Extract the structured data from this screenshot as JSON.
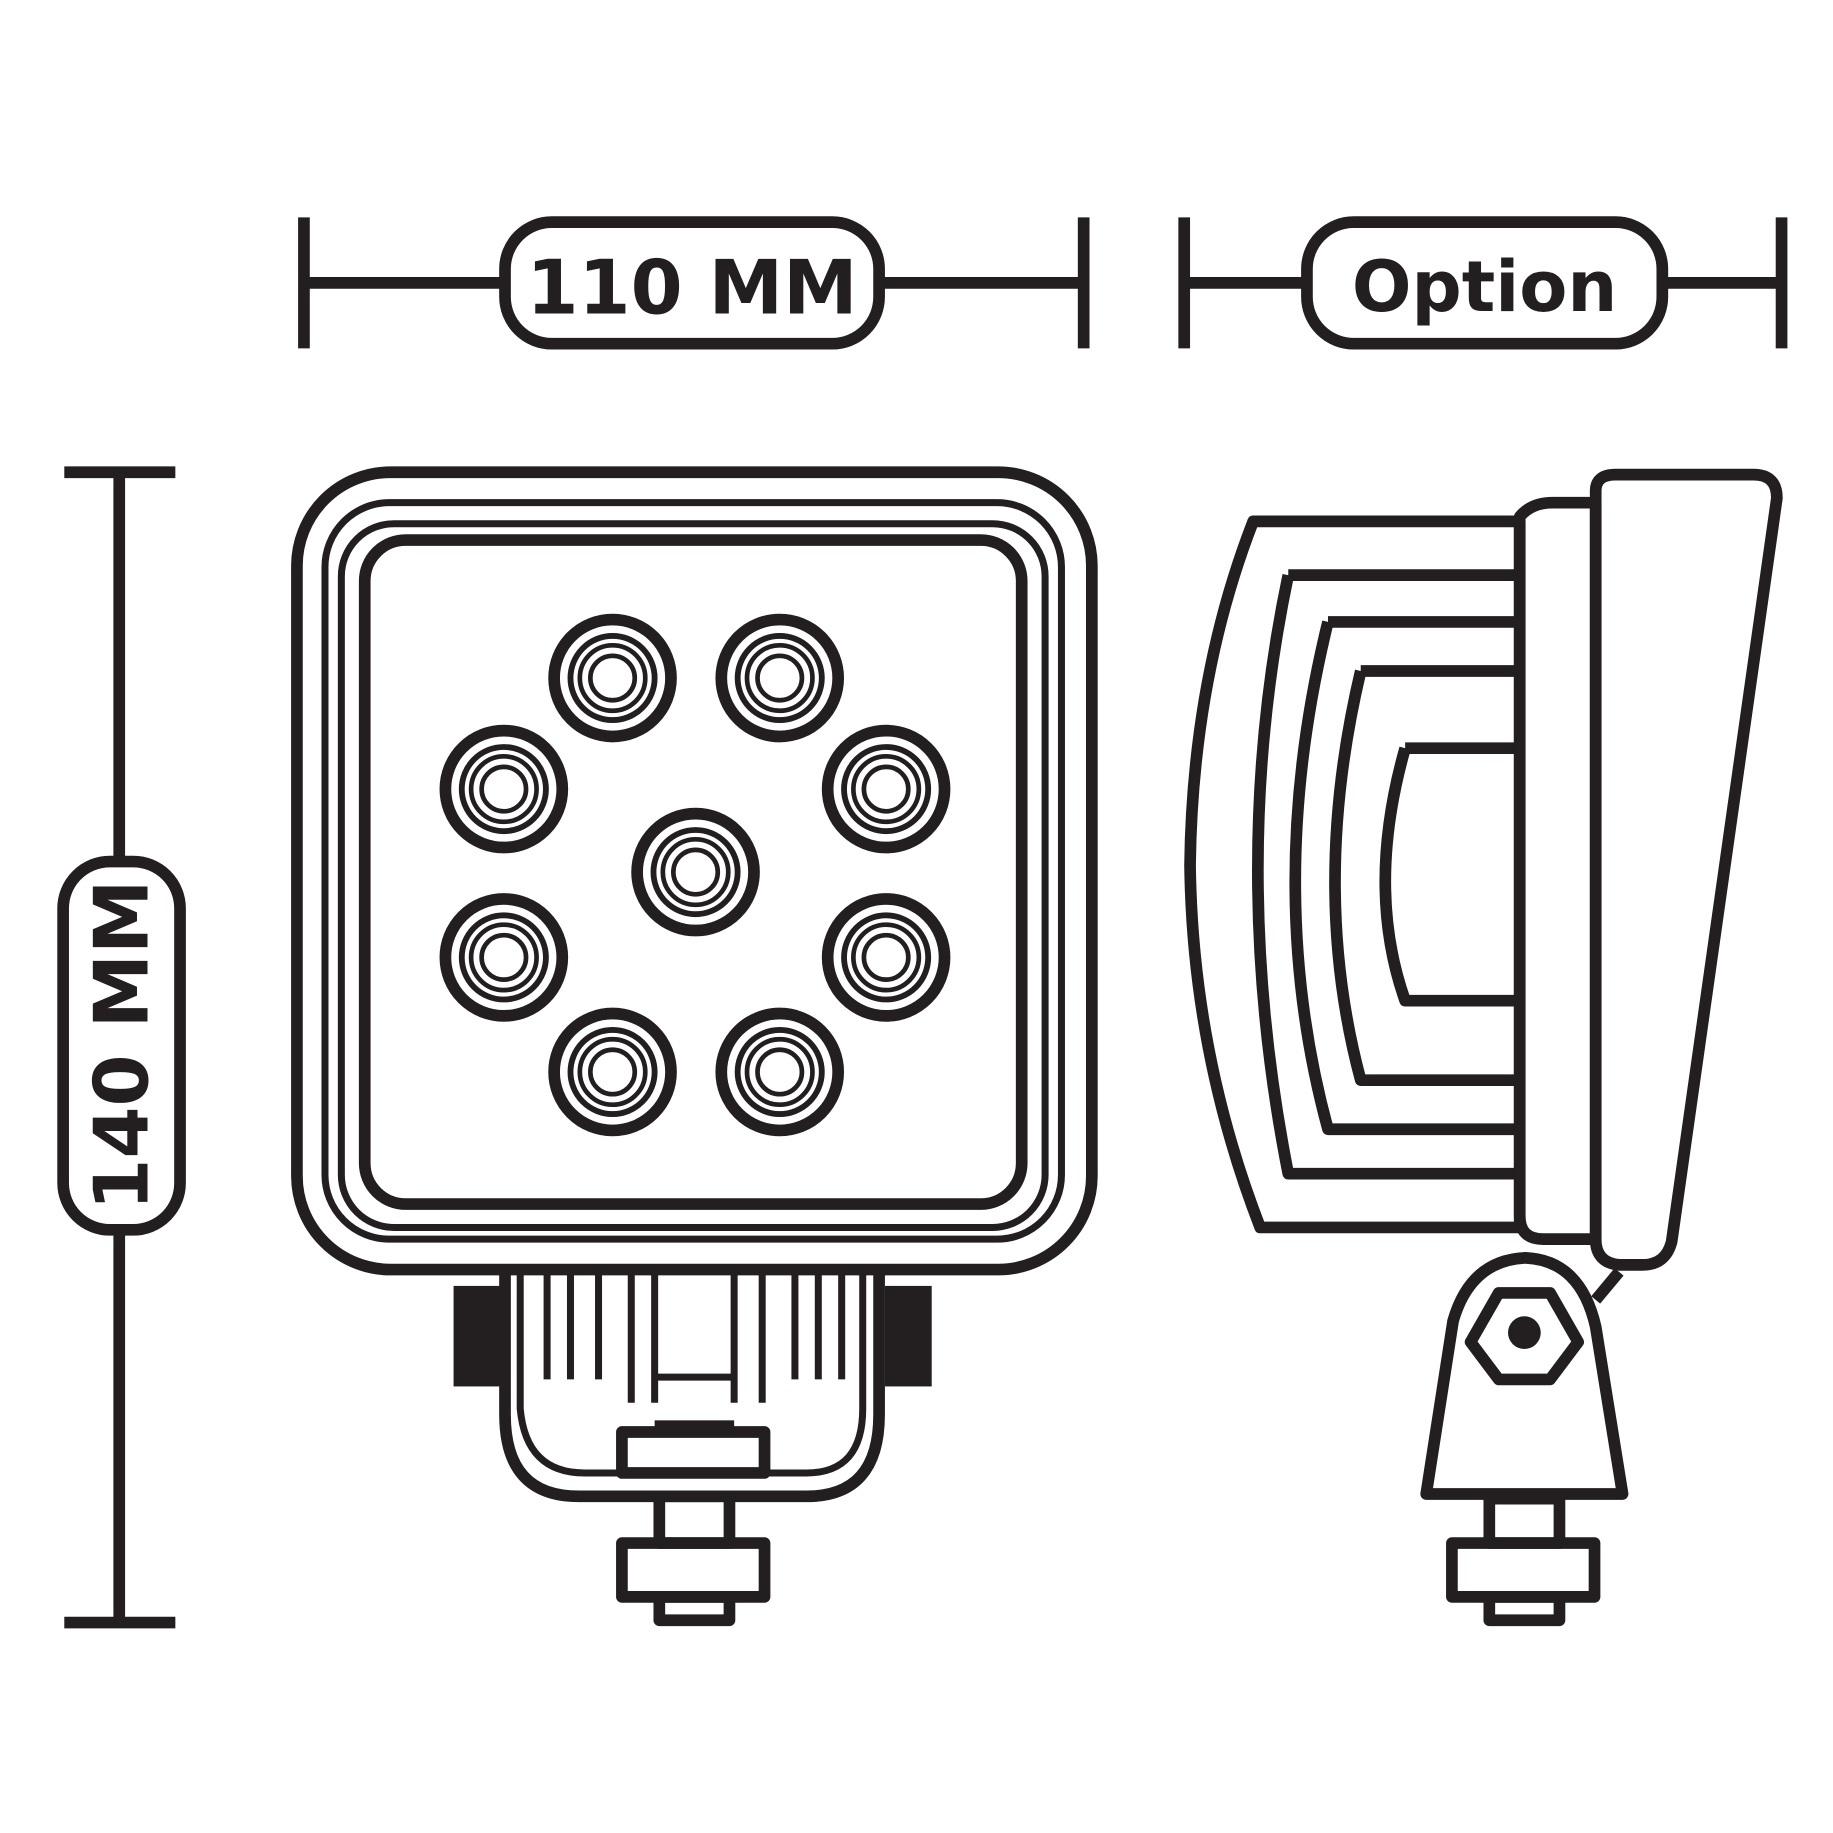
{
  "dimensions": {
    "width_label": "110 MM",
    "option_label": "Option",
    "height_label": "140 MM"
  },
  "colors": {
    "ink": "#231f20",
    "background": "#ffffff"
  },
  "led_count": 9
}
